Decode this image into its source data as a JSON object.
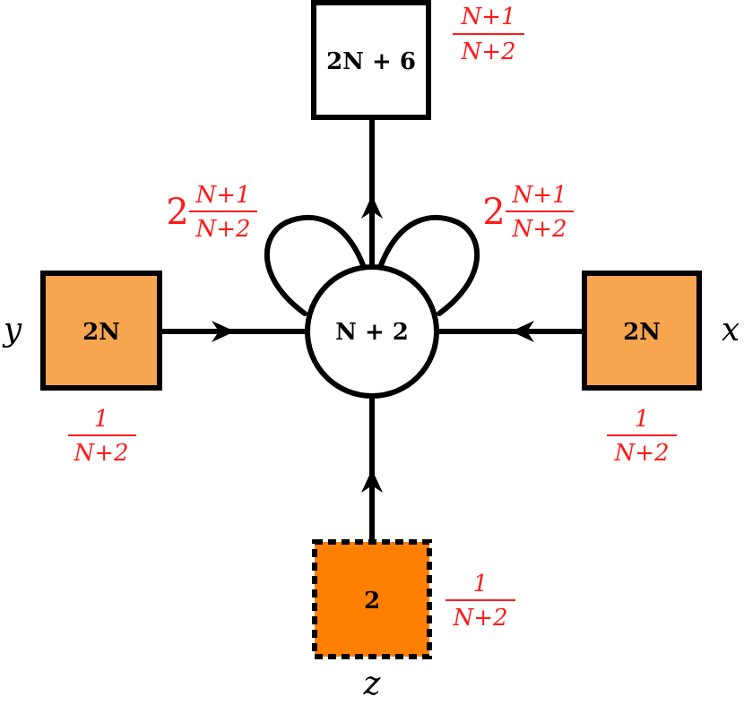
{
  "colors": {
    "stroke": "#000000",
    "flavor_fill": "#f7a54e",
    "dashed_fill": "#ff8000",
    "plain_fill": "#ffffff",
    "annotation": "#ff1a1a"
  },
  "nodes": {
    "gauge": {
      "label": "N + 2"
    },
    "top": {
      "label": "2N + 6",
      "charge": {
        "num": "N+1",
        "den": "N+2"
      }
    },
    "left": {
      "label": "2N",
      "charge": {
        "num": "1",
        "den": "N+2"
      },
      "variable": "y"
    },
    "right": {
      "label": "2N",
      "charge": {
        "num": "1",
        "den": "N+2"
      },
      "variable": "x"
    },
    "bottom": {
      "label": "2",
      "charge": {
        "num": "1",
        "den": "N+2"
      },
      "variable": "z"
    }
  },
  "loops": {
    "left": {
      "multiplicity": "2",
      "charge": {
        "num": "N+1",
        "den": "N+2"
      }
    },
    "right": {
      "multiplicity": "2",
      "charge": {
        "num": "N+1",
        "den": "N+2"
      }
    }
  }
}
